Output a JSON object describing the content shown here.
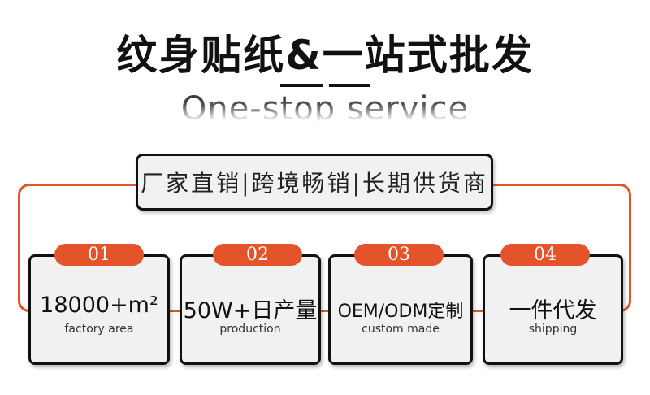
{
  "header": {
    "title": "纹身贴纸&一站式批发",
    "subtitle": "One-stop service"
  },
  "banner": {
    "text": "厂家直销|跨境畅销|长期供货商"
  },
  "cards": [
    {
      "badge": "01",
      "main": "18000+m²",
      "sub": "factory area"
    },
    {
      "badge": "02",
      "main": "50W+日产量",
      "sub": "production"
    },
    {
      "badge": "03",
      "main": "OEM/ODM定制",
      "sub": "custom made"
    },
    {
      "badge": "04",
      "main": "一件代发",
      "sub": "shipping"
    }
  ],
  "colors": {
    "accent": "#e5532a",
    "card_bg": "#f1f1f1",
    "border": "#111111"
  }
}
